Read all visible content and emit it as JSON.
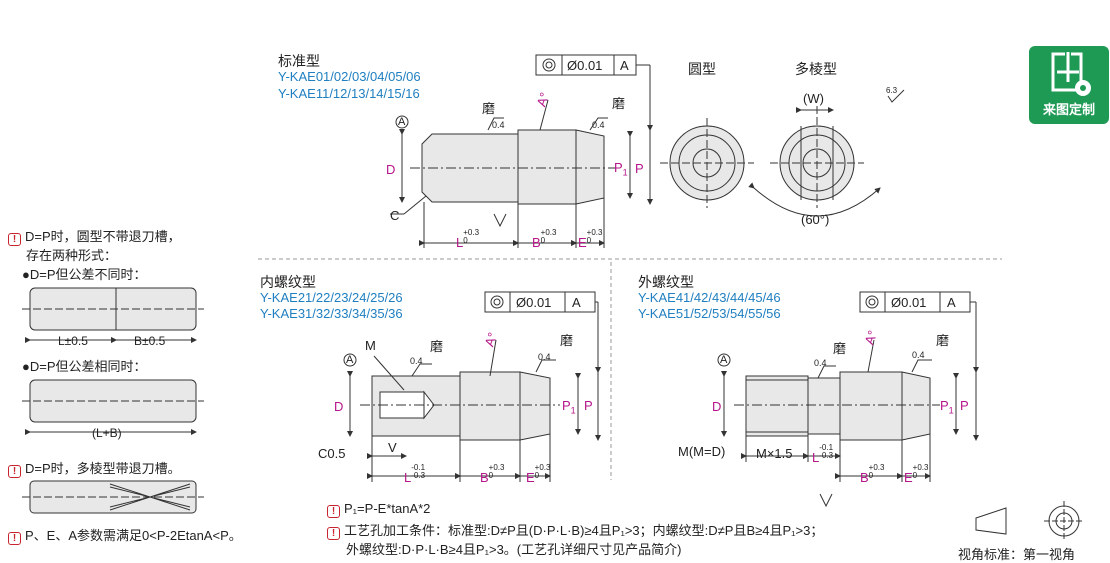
{
  "badge": {
    "label": "来图定制",
    "icon": "custom-drawing-icon",
    "color": "#1e9a54"
  },
  "standard": {
    "title": "标准型",
    "codes": [
      "Y-KAE01/02/03/04/05/06",
      "Y-KAE11/12/13/14/15/16"
    ],
    "tolerance_frame": {
      "symbol": "◎",
      "value": "Ø0.01",
      "datum": "A"
    },
    "view_round": "圆型",
    "view_multi": "多棱型",
    "width_label": "(W)",
    "angle_label": "(60°)",
    "roughness": "6.3",
    "grind": "磨",
    "roughness_small": "0.4",
    "A_label": "A°",
    "datum": "A",
    "D": "D",
    "C": "C",
    "P1": "P",
    "P1_sub": "1",
    "P": "P",
    "L": "L",
    "B": "B",
    "E": "E",
    "tol_plus": "+0.3",
    "tol_zero": "0"
  },
  "internal": {
    "title": "内螺纹型",
    "codes": [
      "Y-KAE21/22/23/24/25/26",
      "Y-KAE31/32/33/34/35/36"
    ],
    "M": "M",
    "C05": "C0.5",
    "V": "V",
    "L_tol_up": "-0.1",
    "L_tol_down": "-0.3"
  },
  "external": {
    "title": "外螺纹型",
    "codes": [
      "Y-KAE41/42/43/44/45/46",
      "Y-KAE51/52/53/54/55/56"
    ],
    "M_eq": "M(M=D)",
    "M_x": "M×1.5"
  },
  "left_notes": {
    "n1_line1": "D=P时，圆型不带退刀槽，",
    "n1_line2": "存在两种形式：",
    "case1": "●D=P但公差不同时：",
    "L_tol": "L±0.5",
    "B_tol": "B±0.5",
    "case2": "●D=P但公差相同时：",
    "LB": "(L+B)",
    "n2": "D=P时，多棱型带退刀槽。",
    "n3": "P、E、A参数需满足0<P-2EtanA<P。"
  },
  "bottom_notes": {
    "formula": "P₁=P-E*tanA*2",
    "process1": "工艺孔加工条件：标准型:D≠P且(D·P·L·B)≥4且P₁>3；内螺纹型:D≠P且B≥4且P₁>3；",
    "process2": "外螺纹型:D·P·L·B≥4且P₁>3。(工艺孔详细尺寸见产品简介)"
  },
  "view_standard": "视角标准：第一视角"
}
